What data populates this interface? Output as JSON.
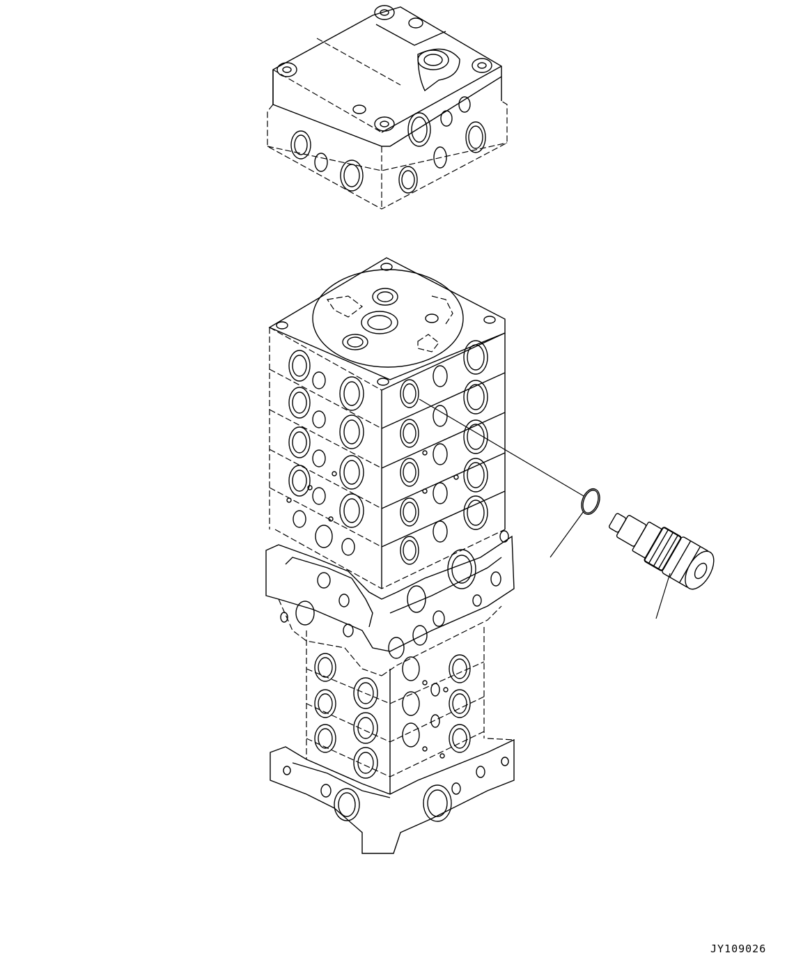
{
  "drawing": {
    "code": "JY109026",
    "leaders": [
      {
        "name": "o-ring-leader",
        "callout": ""
      },
      {
        "name": "relief-valve-leader",
        "callout": ""
      }
    ]
  }
}
